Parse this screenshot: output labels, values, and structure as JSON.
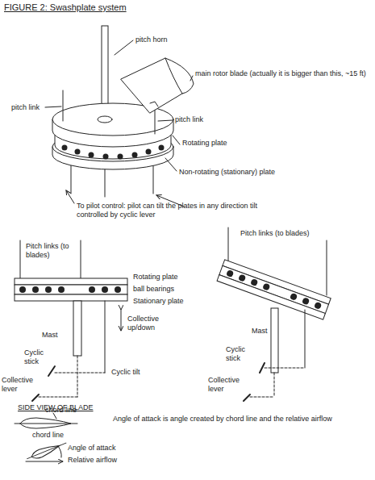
{
  "diagram": {
    "title": "FIGURE 2: Swashplate system",
    "labels": [
      "pitch horn",
      "main rotor blade (actually it is bigger than this, ~15 ft)",
      "pitch link",
      "pitch link",
      "Rotating plate",
      "Non-rotating (stationary) plate",
      "To pilot control: pilot can tilt the plates in any direction tilt controlled by cyclic lever",
      "Pitch links (to blades)",
      "Rotating plate",
      "ball bearings",
      "Stationary plate",
      "Mast",
      "Collective up/down",
      "Cyclic stick",
      "Cyclic tilt",
      "Collective lever",
      "Pitch links (to blades)",
      "Mast",
      "Cyclic stick",
      "Collective lever",
      "SIDE VIEW OF BLADE",
      "chord line",
      "Angle of attack is angle created by chord line and the relative airflow",
      "chord line",
      "Angle of attack",
      "Relative airflow"
    ]
  }
}
